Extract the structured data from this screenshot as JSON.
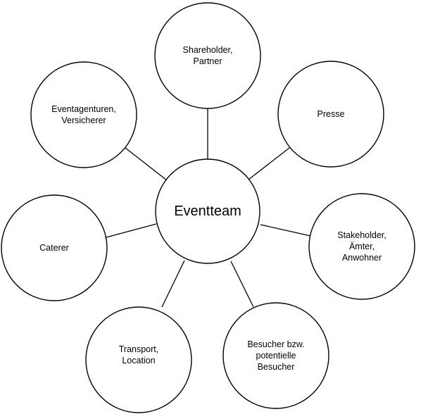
{
  "diagram": {
    "center": {
      "label": "Eventteam"
    },
    "nodes": [
      {
        "id": "shareholder",
        "lines": [
          "Shareholder,",
          "Partner"
        ]
      },
      {
        "id": "presse",
        "lines": [
          "Presse"
        ]
      },
      {
        "id": "stakeholder",
        "lines": [
          "Stakeholder,",
          "Ämter,",
          "Anwohner"
        ]
      },
      {
        "id": "besucher",
        "lines": [
          "Besucher bzw.",
          "potentielle",
          "Besucher"
        ]
      },
      {
        "id": "transport",
        "lines": [
          "Transport,",
          "Location"
        ]
      },
      {
        "id": "caterer",
        "lines": [
          "Caterer"
        ]
      },
      {
        "id": "eventagenturen",
        "lines": [
          "Eventagenturen,",
          "Versicherer"
        ]
      }
    ],
    "colors": {
      "stroke": "#000000",
      "fill": "#ffffff"
    }
  }
}
